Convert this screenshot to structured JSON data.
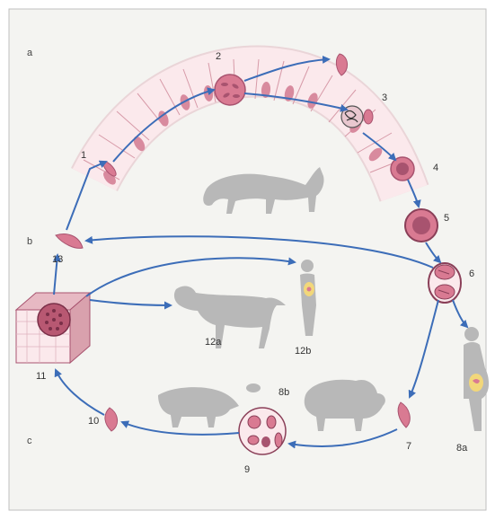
{
  "sections": {
    "a": "a",
    "b": "b",
    "c": "c"
  },
  "stages": {
    "s1": "1",
    "s2": "2",
    "s3": "3",
    "s4": "4",
    "s5": "5",
    "s6": "6",
    "s7": "7",
    "s8a": "8a",
    "s8b": "8b",
    "s9": "9",
    "s10": "10",
    "s11": "11",
    "s12a": "12a",
    "s12b": "12b",
    "s13": "13"
  },
  "colors": {
    "background": "#f4f4f1",
    "frame": "#bfbfbf",
    "arrow": "#3c6db8",
    "cell": "#fbe9ec",
    "cell_border": "#d79aa8",
    "nucleus": "#d88a9e",
    "parasite": "#d97a92",
    "parasite_dark": "#a8536f",
    "silhouette": "#b8b8b8"
  },
  "icons": [
    "cat-silhouette",
    "dog-silhouette",
    "pig-silhouette",
    "sheep-silhouette",
    "mouse-silhouette",
    "human-silhouette",
    "pregnant-woman-silhouette",
    "intestinal-epithelium",
    "oocyst",
    "tissue-cyst",
    "tachyzoite"
  ]
}
